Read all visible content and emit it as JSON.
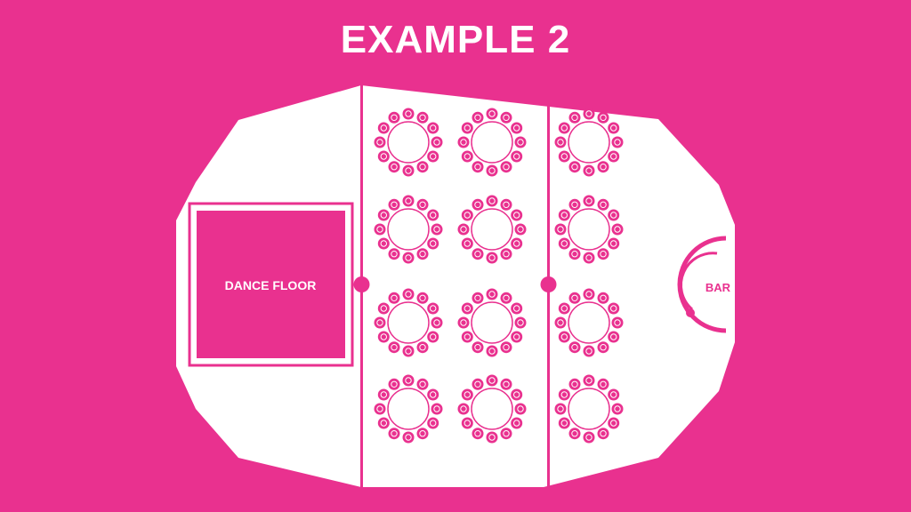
{
  "title": "EXAMPLE 2",
  "colors": {
    "background": "#E9318F",
    "floor": "#FFFFFF",
    "accent": "#E9318F"
  },
  "dance_floor": {
    "label": "DANCE FLOOR"
  },
  "bar": {
    "label": "BAR"
  },
  "tables": {
    "rows": 4,
    "columns": 3,
    "seats_per_table": 12
  }
}
